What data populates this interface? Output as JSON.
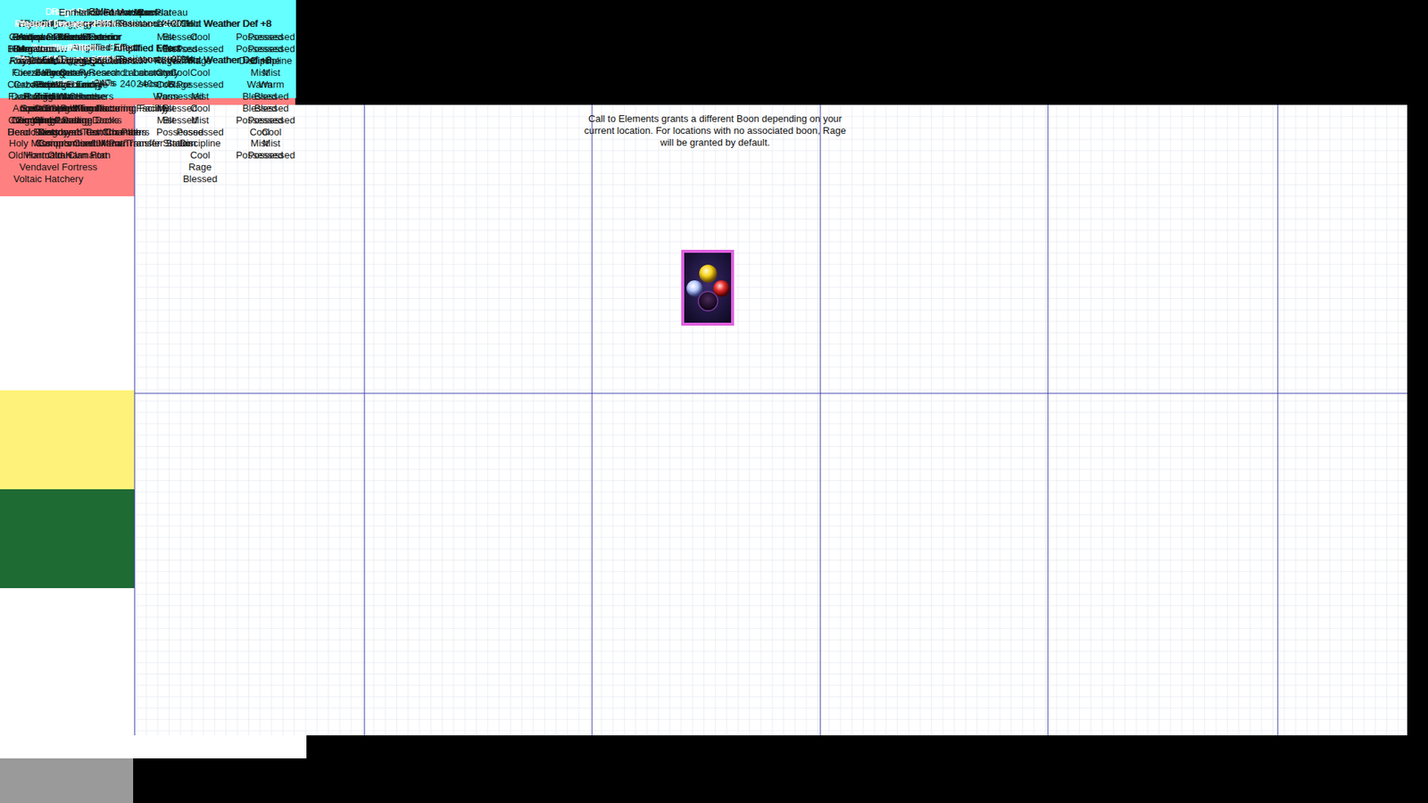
{
  "diagram": {
    "title": "Call to Elements grants a different Boon depending on your current location. For locations with no associated boon, Rage will be granted by default.",
    "nodes": [
      {
        "text": [
          "Cool",
          "Frost Damage and Resistance +20%. Hot Weather Def +8",
          "Amplified Effect",
          "Frost Damage and Resistance +30%. Hot Weather Def +8",
          "240 seconds"
        ]
      },
      {
        "text": [
          "Warm",
          "Fire Damage and Resistance +20%. Cold Weather Def +8",
          "Amplified Effect",
          "Fire Damage and Resistance +30%. Cold Weather Def +8",
          "240s"
        ]
      },
      {
        "text": [
          "Chersonese",
          "Chersonese/Exterior",
          "Cool",
          "Blister Burrow",
          "Possessed",
          "Blue Chamber's Conflux Path",
          "Rage",
          "Cierzo",
          "Cool",
          "Cierzo Storage",
          "Possessed",
          "Conflux Chambers",
          "Mist",
          "Corrupted Tombs",
          "Cool",
          "Ghost Pass",
          "Mist",
          "Heroic Kingdom's Conflux Path",
          "Possessed",
          "Holy Mission's Conflux Path",
          "Discipline",
          "Montcalm Clan Fort",
          "Cool",
          "Vendavel Fortress",
          "Rage",
          "Voltaic Hatchery",
          "Blessed"
        ]
      },
      {
        "text": [
          "Blessed",
          "Lightning Damage and Resistance +20%",
          "Amplified Effect",
          "Lightning Damage and Resistance +30%",
          "240s"
        ]
      },
      {
        "text": [
          "Possessed",
          "Decay Damage and Resistance +20%",
          "Amplified Effect",
          "Decay Damage and Resistance +30%",
          "240s"
        ]
      },
      {
        "text": [
          "Abrassar",
          "Antique Plateau/Exterior",
          "Possessed",
          "Harmattan",
          "Possessed",
          "Abandoned Living Quarters",
          "Discipline",
          "Forgotten Research Laboratory",
          "Mist",
          "Ancient Foundry",
          "Warm",
          "Ruined Warehouse",
          "Blessed",
          "Lost Golem Manufacturing Facility",
          "Blessed",
          "Crumbling Loading Docks",
          "Possessed",
          "Destroyed Test Chambers",
          "Cool",
          "Compromised Mana Transfer Station",
          "Mist",
          "Old Harmattan",
          "Possessed"
        ]
      },
      {
        "text": [
          "Discipline",
          "Physical Damage +15%",
          "Amplified Effect",
          "Physical Damage +30%",
          "240s"
        ]
      },
      {
        "text": [
          "Mist",
          "Ethereal Damage and Resistance +20%",
          "Amplified Effect",
          "Ethereal Damage and Resistance +30%",
          "240s"
        ]
      },
      {
        "text": [
          "Rage",
          "Weapon Impact +25%",
          "Amplified Effect",
          "Weapon Impact +50%",
          "240s"
        ]
      },
      {
        "text": [
          "Hallowed Marsh",
          "Hallowed Marsh/Exterior",
          "Blessed",
          "Monsoon",
          "Blessed",
          "Giants' Village",
          "Warm",
          "Jade Quarry",
          "Cool",
          "Reptilian Lair",
          "Rage",
          "Dark Ziggurat",
          "Possessed",
          "Spire of Light",
          "Blessed",
          "Ziggurat Passage",
          "Blessed",
          "Dead Roots",
          "Possessed"
        ]
      },
      {
        "text": [
          "Antique Plateau",
          "Antique Plateau/Exterior",
          "Possessed",
          "Harmattan",
          "Possessed",
          "Abandoned Living Quarters",
          "Discipline",
          "Forgotten Research Laboratory",
          "Mist",
          "Ancient Foundry",
          "Warm",
          "Ruined Warehouse",
          "Blessed",
          "Lost Golem Manufacturing Facility",
          "Blessed",
          "Crumbling Loading Docks",
          "Possessed",
          "Destroyed Test Chambers",
          "Cool",
          "Compromised Mana Transfer Station",
          "Mist",
          "Old Harmattan",
          "Possessed"
        ]
      },
      {
        "text": [
          "Enmerkar Forest",
          "Enmerkar Forest/Exterior",
          "Mist",
          "Berg",
          "Mist",
          "Royal Manticore's Lair",
          "Rage",
          "Forest Hives",
          "Cool",
          "Cabal of Wind Temple",
          "Cool",
          "Face of The Ancients",
          "Warm",
          "Ancestor's Resting Place",
          "Mist",
          "Necropolis",
          "Mist"
        ]
      }
    ]
  }
}
